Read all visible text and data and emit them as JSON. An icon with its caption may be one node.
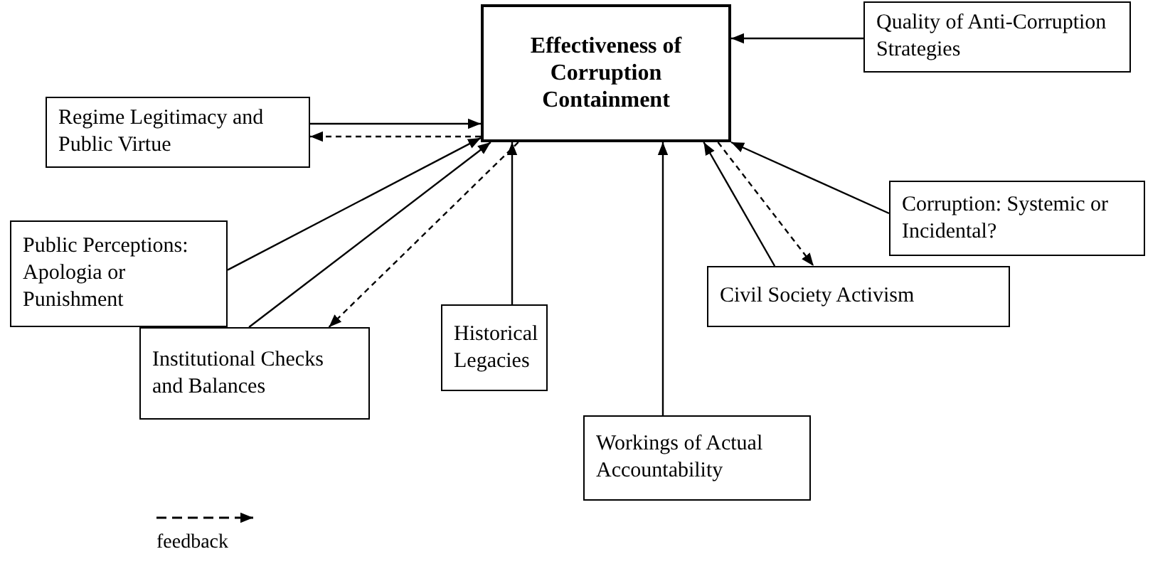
{
  "diagram": {
    "nodes": [
      {
        "text": [
          "Effectiveness of Corruption Containment"
        ]
      },
      {
        "text": [
          "Regime Legitimacy and Public Virtue"
        ]
      },
      {
        "text": [
          "Quality of Anti-Corruption Strategies"
        ]
      },
      {
        "text": [
          "Corruption: Systemic or Incidental?"
        ]
      },
      {
        "text": [
          "Public Perceptions: Apologia or Punishment"
        ]
      },
      {
        "text": [
          "Institutional Checks and Balances"
        ]
      },
      {
        "text": [
          "Historical Legacies"
        ]
      },
      {
        "text": [
          "Civil Society Activism"
        ]
      },
      {
        "text": [
          "Workings of Actual Accountability"
        ]
      }
    ],
    "edges": [
      {
        "from": 1,
        "to": 0,
        "arrow": "to"
      },
      {
        "from": 0,
        "to": 1,
        "arrow": "to",
        "style": "dashed"
      },
      {
        "from": 2,
        "to": 0,
        "arrow": "to"
      },
      {
        "from": 3,
        "to": 0,
        "arrow": "to"
      },
      {
        "from": 4,
        "to": 0,
        "arrow": "to"
      },
      {
        "from": 5,
        "to": 0,
        "arrow": "to"
      },
      {
        "from": 0,
        "to": 5,
        "arrow": "to",
        "style": "dashed"
      },
      {
        "from": 6,
        "to": 0,
        "arrow": "to"
      },
      {
        "from": 8,
        "to": 0,
        "arrow": "to"
      },
      {
        "from": 7,
        "to": 0,
        "arrow": "to"
      },
      {
        "from": 0,
        "to": 7,
        "arrow": "to",
        "style": "dashed"
      }
    ],
    "legend": [
      {
        "text": "feedback"
      }
    ]
  }
}
